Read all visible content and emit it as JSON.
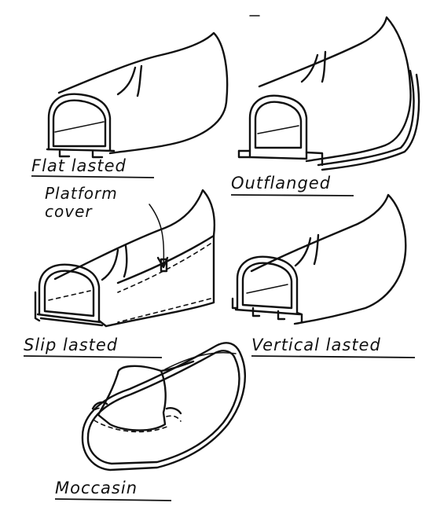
{
  "labels": {
    "flat_lasted": "Flat lasted",
    "outflanged": "Outflanged",
    "platform_cover": "Platform",
    "platform_cover_2": "cover",
    "slip_lasted": "Slip lasted",
    "vertical_lasted": "Vertical lasted",
    "moccasin": "Moccasin"
  },
  "colors": {
    "ink": "#111111",
    "paper": "#ffffff"
  }
}
